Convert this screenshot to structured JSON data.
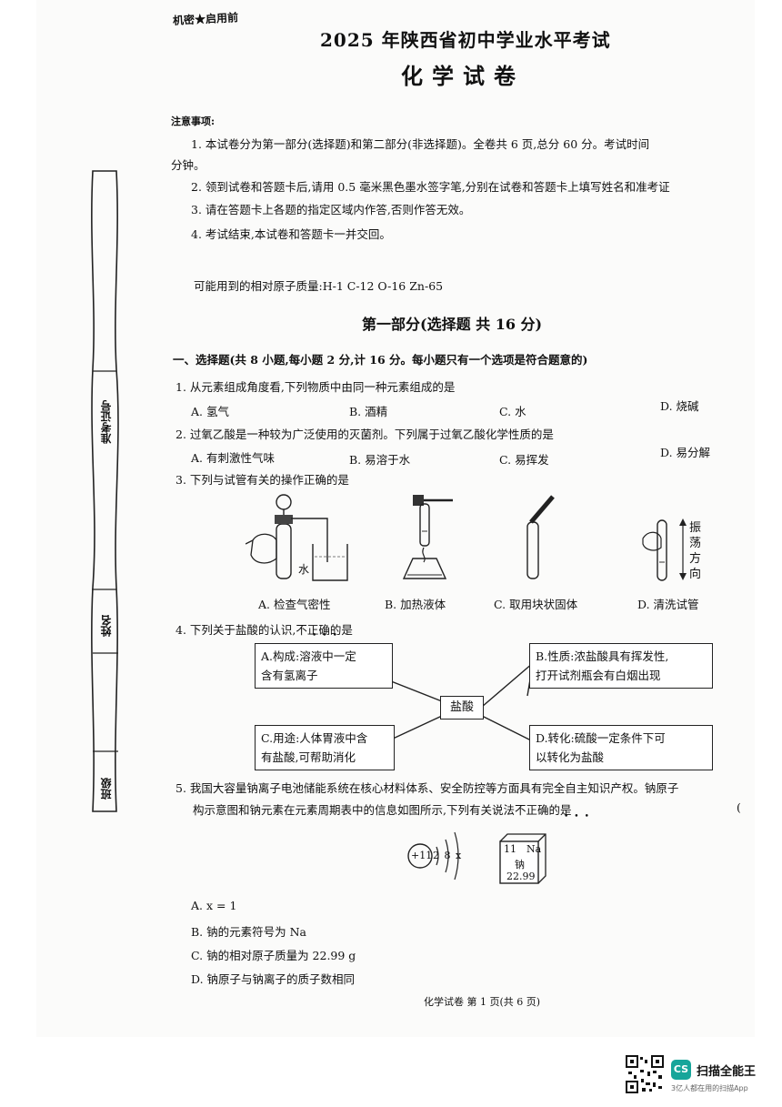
{
  "header": {
    "secret": "机密★启用前",
    "title": "2025 年陕西省初中学业水平考试",
    "subject": "化学试卷"
  },
  "notes": {
    "heading": "注意事项:",
    "items": [
      "1. 本试卷分为第一部分(选择题)和第二部分(非选择题)。全卷共 6 页,总分 60 分。考试时间",
      "分钟。",
      "2. 领到试卷和答题卡后,请用 0.5 毫米黑色墨水签字笔,分别在试卷和答题卡上填写姓名和准考证",
      "3. 请在答题卡上各题的指定区域内作答,否则作答无效。",
      "4. 考试结束,本试卷和答题卡一并交回。"
    ]
  },
  "atomic_masses": "可能用到的相对原子质量:H-1   C-12   O-16   Zn-65",
  "binding": {
    "labels": [
      "准考证号",
      "姓名",
      "班级"
    ]
  },
  "part1": {
    "title": "第一部分(选择题   共 16 分)",
    "instruction": "一、选择题(共 8 小题,每小题 2 分,计 16 分。每小题只有一个选项是符合题意的)"
  },
  "q1": {
    "stem": "1. 从元素组成角度看,下列物质中由同一种元素组成的是",
    "options": [
      "A. 氢气",
      "B. 酒精",
      "C. 水",
      "D. 烧碱"
    ]
  },
  "q2": {
    "stem": "2. 过氧乙酸是一种较为广泛使用的灭菌剂。下列属于过氧乙酸化学性质的是",
    "options": [
      "A. 有刺激性气味",
      "B. 易溶于水",
      "C. 易挥发",
      "D. 易分解"
    ]
  },
  "q3": {
    "stem": "3. 下列与试管有关的操作正确的是",
    "captions": [
      "A. 检查气密性",
      "B. 加热液体",
      "C. 取用块状固体",
      "D. 清洗试管"
    ],
    "water_label": "水",
    "shake_label": "振荡方向"
  },
  "q4": {
    "stem": "4. 下列关于盐酸的认识,不正确的是",
    "center": "盐酸",
    "a": [
      "A.构成:溶液中一定",
      "含有氢离子"
    ],
    "b": [
      "B.性质:浓盐酸具有挥发性,",
      "打开试剂瓶会有白烟出现"
    ],
    "c": [
      "C.用途:人体胃液中含",
      "有盐酸,可帮助消化"
    ],
    "d": [
      "D.转化:硫酸一定条件下可",
      "以转化为盐酸"
    ]
  },
  "q5": {
    "stem1": "5. 我国大容量钠离子电池储能系统在核心材料体系、安全防控等方面具有完全自主知识产权。钠原子",
    "stem2": "构示意图和钠元素在元素周期表中的信息如图所示,下列有关说法不正确的是",
    "paren": "(",
    "nucleus": "+11",
    "shells": "2 8 x",
    "element": {
      "number": "11",
      "symbol": "Na",
      "name": "钠",
      "mass": "22.99"
    },
    "options": [
      "A.  x = 1",
      "B. 钠的元素符号为 Na",
      "C. 钠的相对原子质量为 22.99 g",
      "D. 钠原子与钠离子的质子数相同"
    ]
  },
  "footer": "化学试卷   第 1 页(共 6 页)",
  "brand": {
    "logo": "CS",
    "name": "扫描全能王",
    "tagline": "3亿人都在用的扫描App"
  }
}
